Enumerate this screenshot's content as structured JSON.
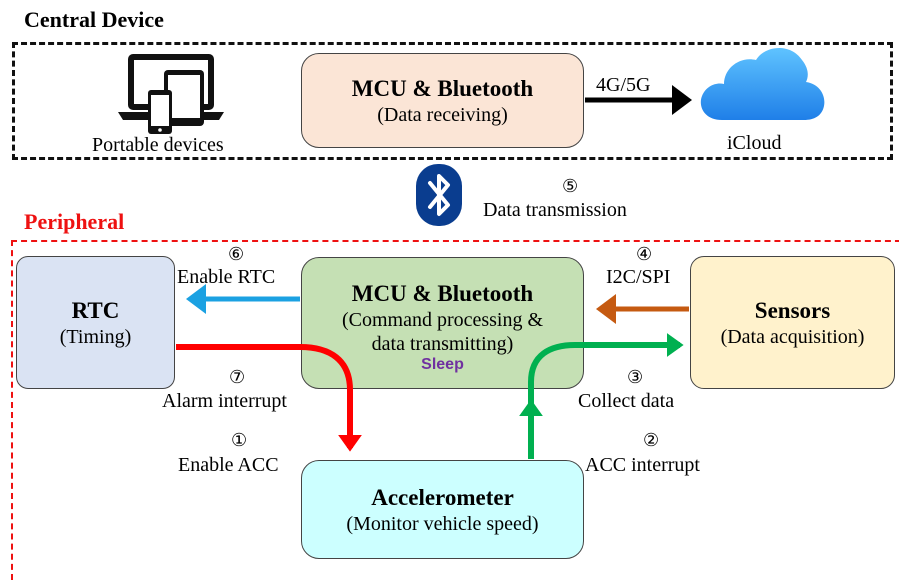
{
  "central": {
    "title": "Central Device",
    "portable_label": "Portable devices",
    "mcu_title": "MCU & Bluetooth",
    "mcu_sub": "(Data receiving)",
    "link_label": "4G/5G",
    "cloud_label": "iCloud"
  },
  "transmission": {
    "step": "⑤",
    "label": "Data transmission"
  },
  "peripheral": {
    "title": "Peripheral",
    "mcu_title": "MCU & Bluetooth",
    "mcu_sub1": "(Command processing &",
    "mcu_sub2": "data transmitting)",
    "mcu_state": "Sleep",
    "rtc_title": "RTC",
    "rtc_sub": "(Timing)",
    "sensors_title": "Sensors",
    "sensors_sub": "(Data acquisition)",
    "acc_title": "Accelerometer",
    "acc_sub": "(Monitor vehicle speed)"
  },
  "edges": {
    "e1": {
      "step": "①",
      "label": "Enable ACC"
    },
    "e2": {
      "step": "②",
      "label": "ACC interrupt"
    },
    "e3": {
      "step": "③",
      "label": "Collect data"
    },
    "e4": {
      "step": "④",
      "label": "I2C/SPI"
    },
    "e6": {
      "step": "⑥",
      "label": "Enable RTC"
    },
    "e7": {
      "step": "⑦",
      "label": "Alarm interrupt"
    }
  },
  "colors": {
    "central_border": "#111111",
    "peripheral_border": "#ee1111",
    "peripheral_title": "#ee1111",
    "mcu_central_fill": "#fbe5d6",
    "mcu_periph_fill": "#c5e0b4",
    "rtc_fill": "#dae3f3",
    "sensors_fill": "#fff2cc",
    "acc_fill": "#ccffff",
    "sleep_text": "#7030a0",
    "arrow_blue": "#1ba1e2",
    "arrow_brown": "#c55a11",
    "arrow_red": "#ff0000",
    "arrow_green": "#00b050",
    "bluetooth_fill": "#0a3d8f",
    "cloud_fill": "#2f9bf0"
  },
  "icons": [
    "devices-icon",
    "bluetooth-icon",
    "cloud-icon"
  ]
}
